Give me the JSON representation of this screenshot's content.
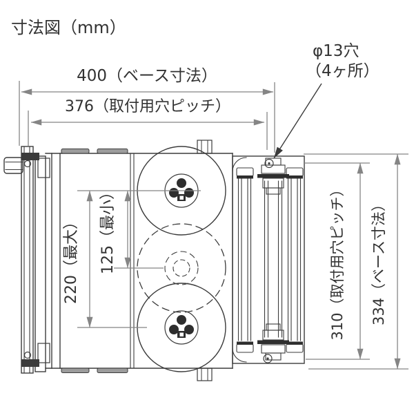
{
  "title": "寸法図（mm）",
  "unit": "mm",
  "hole_callout": {
    "line1": "φ13穴",
    "line2": "（4ヶ所）"
  },
  "dimensions": {
    "base_width": {
      "value": "400",
      "label": "400（ベース寸法）"
    },
    "hole_pitch_x": {
      "value": "376",
      "label": "376（取付用穴ピッチ）"
    },
    "reel_max": {
      "value": "220",
      "label": "220（最大）"
    },
    "reel_min": {
      "value": "125",
      "label": "125（最小）"
    },
    "hole_pitch_y": {
      "value": "310",
      "label": "310（取付用穴ピッチ）"
    },
    "base_height": {
      "value": "334",
      "label": "334（ベース寸法）"
    }
  },
  "colors": {
    "outline": "#3b3b3b",
    "dimension_line": "#858585",
    "text": "#323232",
    "background": "#ffffff"
  }
}
